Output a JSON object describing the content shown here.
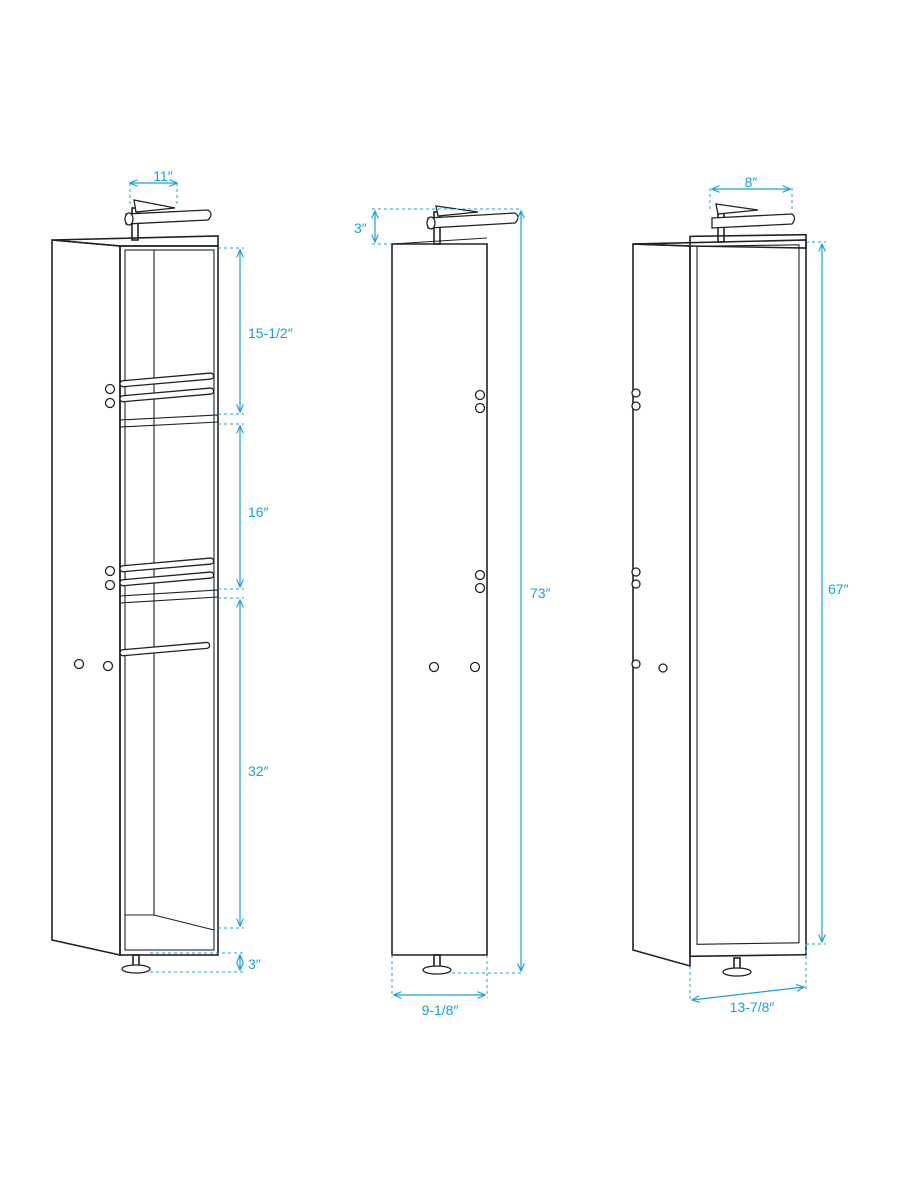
{
  "colors": {
    "dimension": "#1aa0d8",
    "line": "#222222",
    "background": "#ffffff"
  },
  "views": {
    "open_side": {
      "top_width": "11″",
      "shelf_top": "15-1/2″",
      "shelf_mid": "16″",
      "shelf_bottom": "32″",
      "base_height": "3″"
    },
    "front": {
      "top_height": "3″",
      "total_height": "73″",
      "width": "9-1/8″"
    },
    "mirror_side": {
      "top_width": "8″",
      "mirror_height": "67″",
      "depth": "13-7/8″"
    }
  }
}
